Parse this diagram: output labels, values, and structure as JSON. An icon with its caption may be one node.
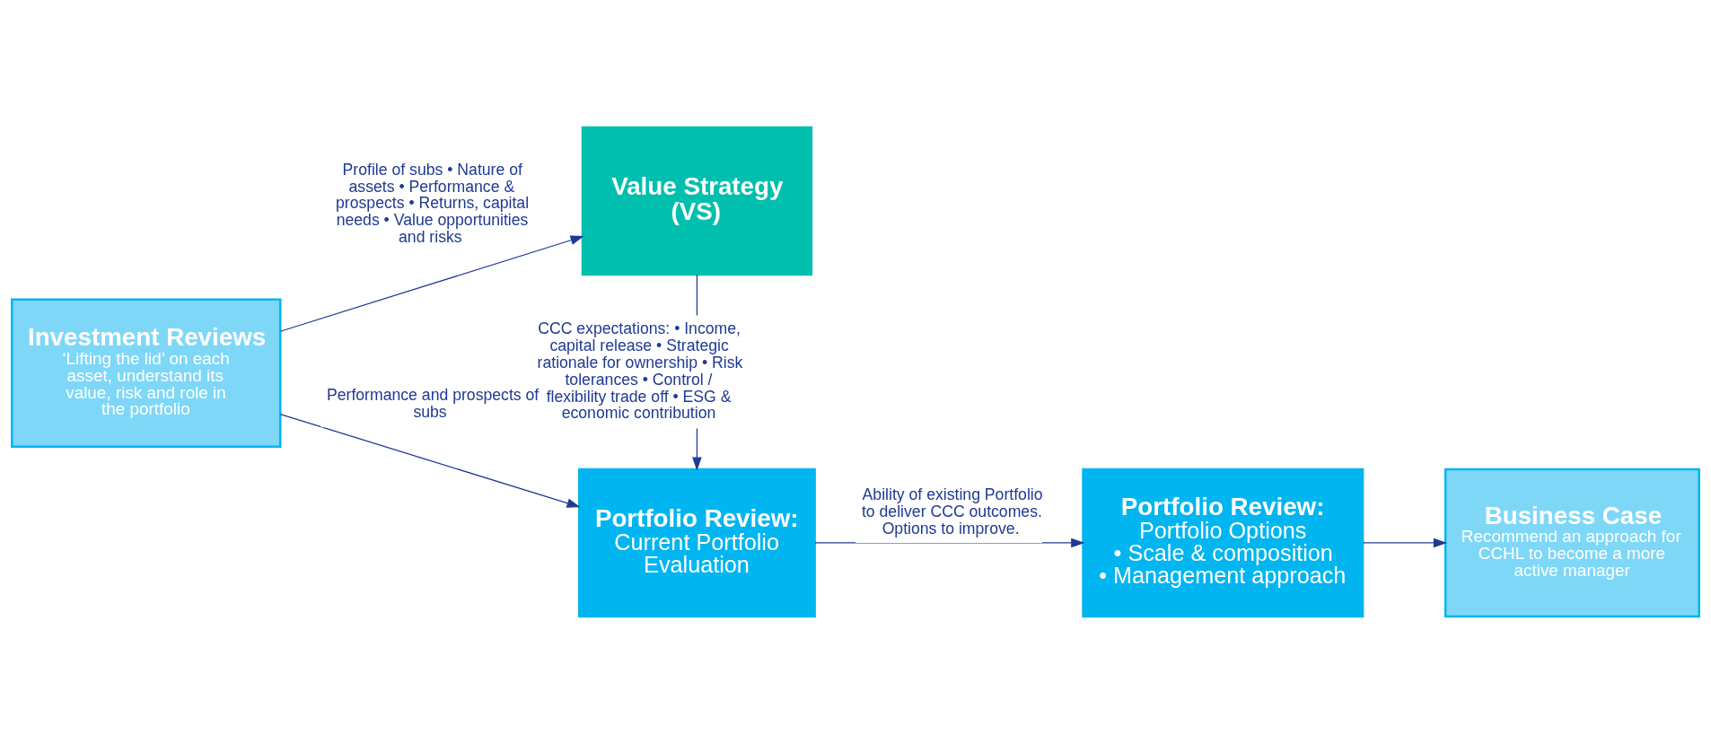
{
  "diagram": {
    "nodes": [
      {
        "text": [
          "Value Strategy (VS)"
        ]
      },
      {
        "text": [
          "Investment Reviews",
          "‘Lifting the lid’ on each asset, understand its value, risk and role in the portfolio"
        ]
      },
      {
        "text": [
          "Portfolio Review:",
          "Current Portfolio Evaluation"
        ]
      },
      {
        "text": [
          "Portfolio Review:",
          "Portfolio Options",
          "• Scale & composition",
          "• Management approach"
        ]
      },
      {
        "text": [
          "Business Case",
          "Recommend an approach for CCHL to become a more active manager"
        ]
      }
    ],
    "edges": [
      {
        "from": 1,
        "to": 0,
        "arrow": "to",
        "label": "Profile of subs • Nature of assets • Performance & prospects • Returns, capital needs • Value opportunities and risks"
      },
      {
        "from": 0,
        "to": 2,
        "arrow": "to",
        "label": "CCC expectations: • Income, capital release • Strategic rationale for ownership • Risk tolerances • Control / flexibility trade off • ESG & economic contribution"
      },
      {
        "from": 1,
        "to": 2,
        "arrow": "to",
        "label": "Performance and prospects of subs"
      },
      {
        "from": 2,
        "to": 3,
        "arrow": "to",
        "label": "Ability of existing Portfolio to deliver CCC outcomes. Options to improve."
      },
      {
        "from": 3,
        "to": 4,
        "arrow": "to"
      }
    ]
  }
}
